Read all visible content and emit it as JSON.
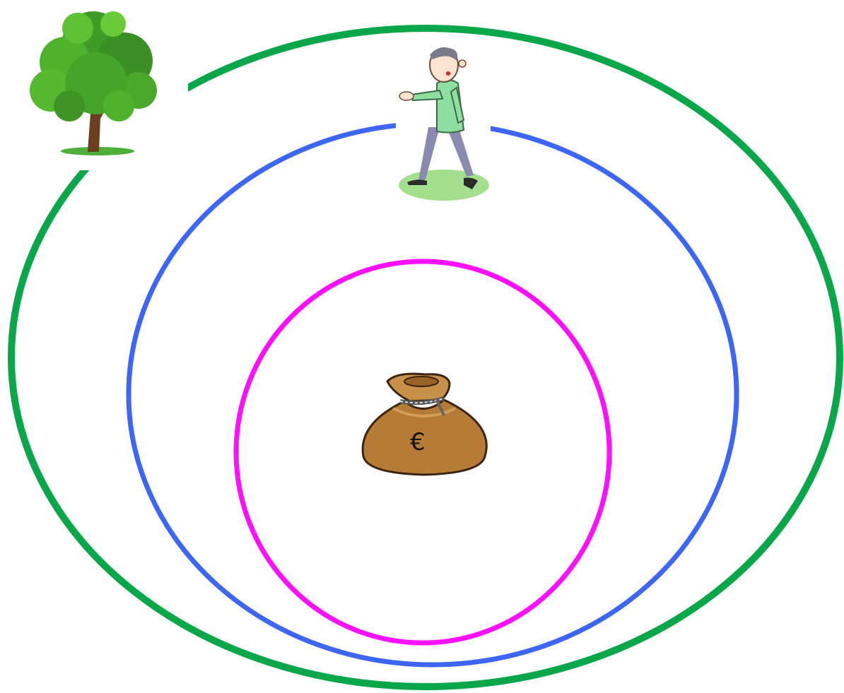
{
  "diagram": {
    "rings": [
      {
        "name": "outer-ring",
        "color": "#0aa64a"
      },
      {
        "name": "middle-ring",
        "color": "#3d66f5"
      },
      {
        "name": "inner-ring",
        "color": "#ff10ff"
      }
    ],
    "icons": {
      "tree": "tree-icon",
      "person": "walking-person-icon",
      "money_bag": "money-bag-icon"
    },
    "money_bag_symbol": "€"
  }
}
